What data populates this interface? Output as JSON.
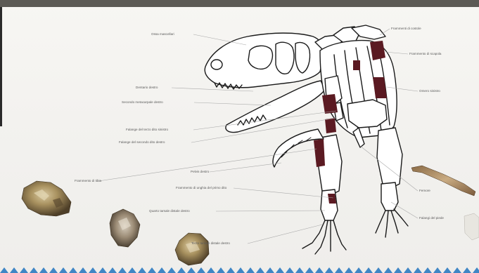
{
  "labels": {
    "ossa_mascellari": "Ossa mascellari",
    "dentario_destro": "Dentario destro",
    "secondo_metacarpale": "Secondo metacarpale destro",
    "falange_terzo_dito": "Falange del terzo dito sinistro",
    "falange_secondo_dito": "Falange del secondo dito destro",
    "frammento_tibia": "Frammento di tibia",
    "pelvis": "Pelvis destro",
    "frammento_unghia": "Frammento di unghia del primo dito",
    "quarto_tarsale": "Quarto tarsale distale destro",
    "terzo_tarsale": "Terzo tarsale distale destro",
    "frammenti_costole": "Frammenti di costole",
    "frammento_scapola": "Frammento di scapola",
    "omero": "Omero sinistro",
    "femore": "Femore",
    "falange_piede": "Falangi del piede"
  },
  "colors": {
    "bone_fill": "#ffffff",
    "bone_outline": "#1a1a1a",
    "found_bone": "#5b1a22",
    "leader_line": "#a9a9a9",
    "border_diamond": "#3f86c5",
    "top_bar": "#5c5a55"
  }
}
